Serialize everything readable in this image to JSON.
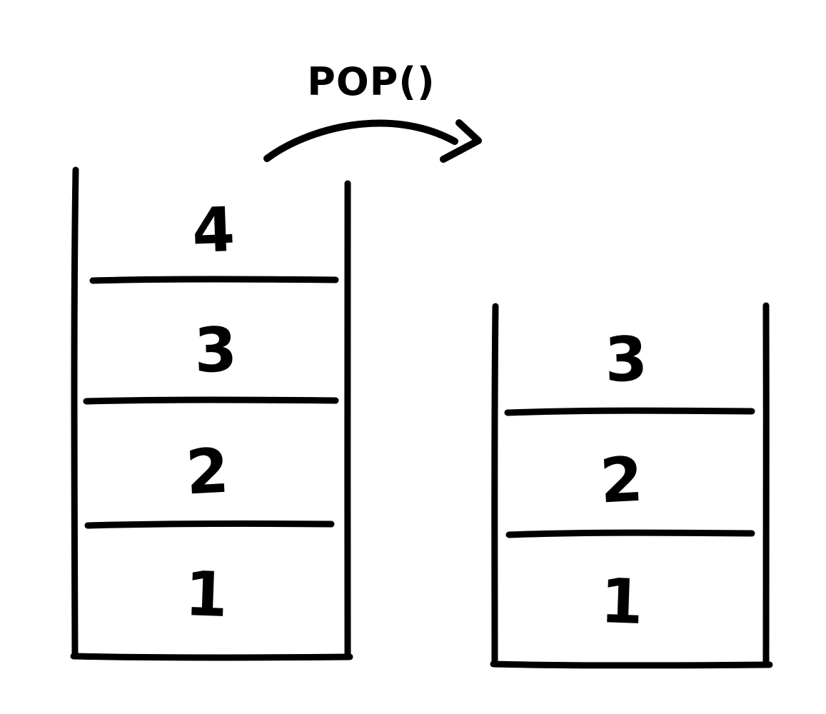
{
  "operation": {
    "label": "POP()"
  },
  "stack_before": {
    "items_top_to_bottom": [
      "4",
      "3",
      "2",
      "1"
    ]
  },
  "stack_after": {
    "items_top_to_bottom": [
      "3",
      "2",
      "1"
    ]
  },
  "colors": {
    "ink": "#000000",
    "background": "#ffffff"
  }
}
